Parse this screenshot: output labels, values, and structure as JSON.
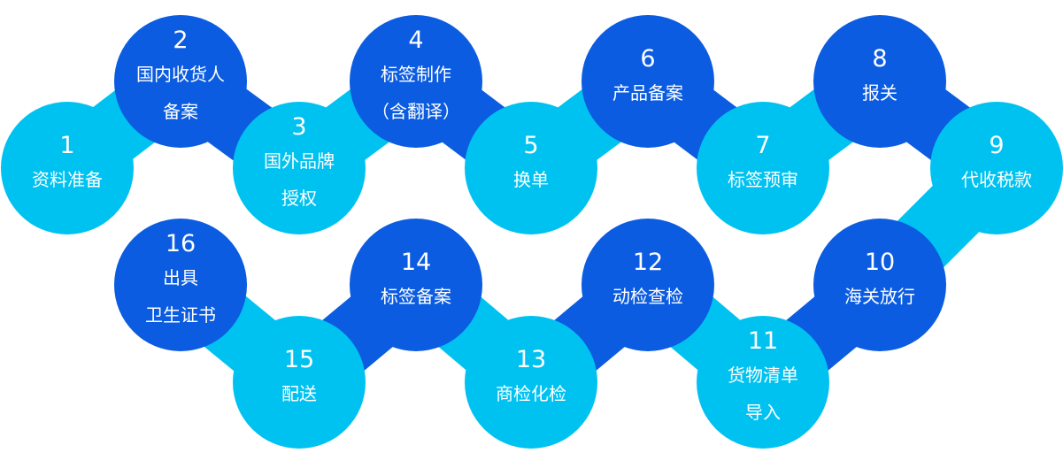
{
  "colors": {
    "light": "#00c2f1",
    "dark": "#0b5ce1",
    "text": "#ffffff"
  },
  "steps": [
    {
      "num": "1",
      "label": "资料准备"
    },
    {
      "num": "2",
      "label": "国内收货人备案"
    },
    {
      "num": "3",
      "label": "国外品牌授权"
    },
    {
      "num": "4",
      "label": "标签制作（含翻译）"
    },
    {
      "num": "5",
      "label": "换单"
    },
    {
      "num": "6",
      "label": "产品备案"
    },
    {
      "num": "7",
      "label": "标签预审"
    },
    {
      "num": "8",
      "label": "报关"
    },
    {
      "num": "9",
      "label": "代收税款"
    },
    {
      "num": "10",
      "label": "海关放行"
    },
    {
      "num": "11",
      "label": "货物清单导入"
    },
    {
      "num": "12",
      "label": "动检查检"
    },
    {
      "num": "13",
      "label": "商检化检"
    },
    {
      "num": "14",
      "label": "标签备案"
    },
    {
      "num": "15",
      "label": "配送"
    },
    {
      "num": "16",
      "label": "出具卫生证书"
    }
  ]
}
